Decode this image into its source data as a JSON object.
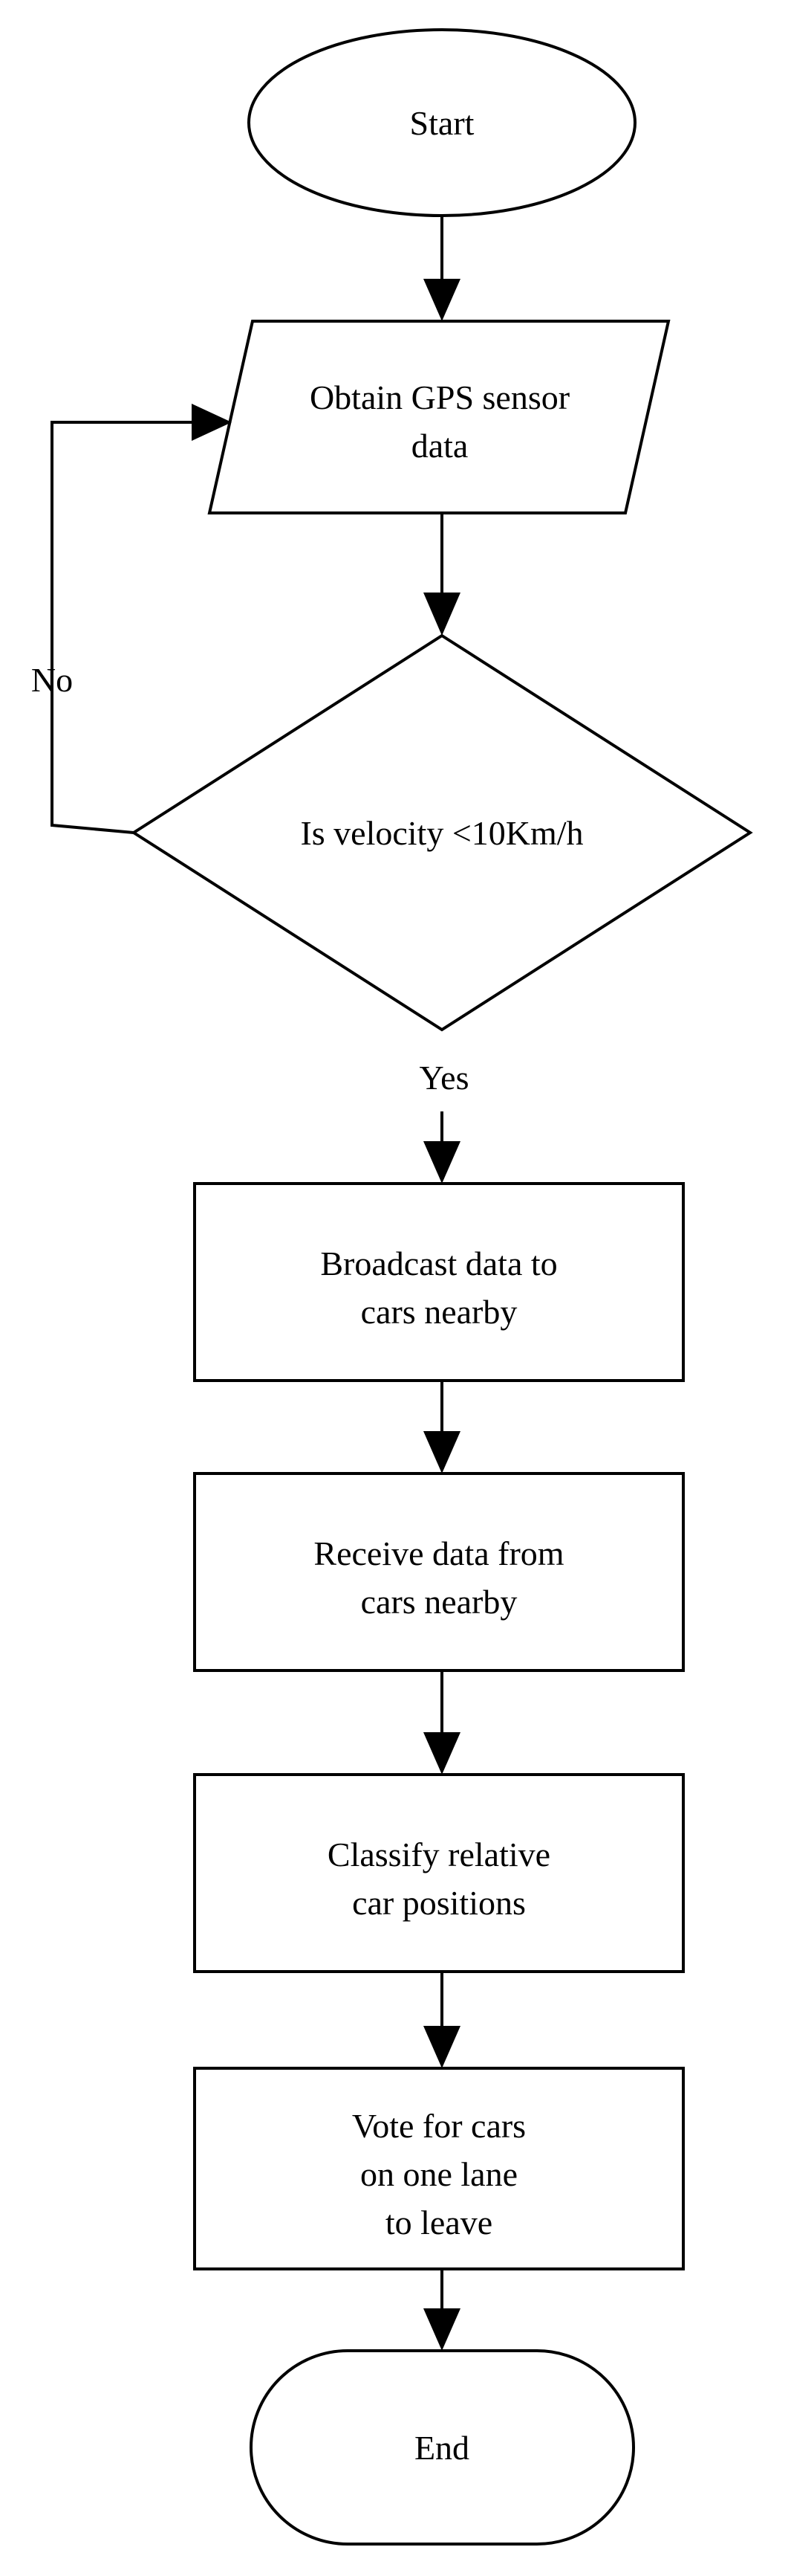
{
  "flowchart": {
    "nodes": {
      "start": {
        "shape": "ellipse",
        "lines": [
          "Start"
        ]
      },
      "obtain_gps": {
        "shape": "parallelogram",
        "lines": [
          "Obtain GPS sensor",
          "data"
        ]
      },
      "velocity_check": {
        "shape": "diamond",
        "lines": [
          "Is velocity <10Km/h"
        ]
      },
      "broadcast": {
        "shape": "rectangle",
        "lines": [
          "Broadcast data to",
          "cars nearby"
        ]
      },
      "receive": {
        "shape": "rectangle",
        "lines": [
          "Receive data from",
          "cars nearby"
        ]
      },
      "classify": {
        "shape": "rectangle",
        "lines": [
          "Classify relative",
          "car positions"
        ]
      },
      "vote": {
        "shape": "rectangle",
        "lines": [
          "Vote for cars",
          "on one lane",
          "to leave"
        ]
      },
      "end": {
        "shape": "terminator",
        "lines": [
          "End"
        ]
      }
    },
    "edge_labels": {
      "no": "No",
      "yes": "Yes"
    }
  }
}
